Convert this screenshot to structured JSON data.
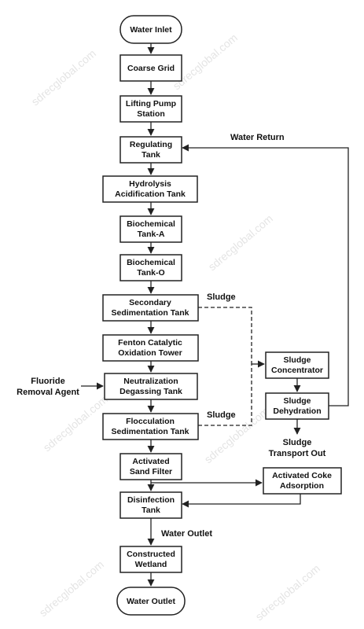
{
  "watermark": "sdrecglobal.com",
  "nodes": {
    "water_inlet": [
      "Water Inlet"
    ],
    "coarse_grid": [
      "Coarse Grid"
    ],
    "lifting_pump": [
      "Lifting Pump",
      "Station"
    ],
    "regulating_tank": [
      "Regulating",
      "Tank"
    ],
    "hydrolysis_tank": [
      "Hydrolysis",
      "Acidification Tank"
    ],
    "biochemical_a": [
      "Biochemical",
      "Tank-A"
    ],
    "biochemical_o": [
      "Biochemical",
      "Tank-O"
    ],
    "secondary_sed": [
      "Secondary",
      "Sedimentation Tank"
    ],
    "fenton": [
      "Fenton Catalytic",
      "Oxidation Tower"
    ],
    "neutralization": [
      "Neutralization",
      "Degassing Tank"
    ],
    "flocculation": [
      "Flocculation",
      "Sedimentation Tank"
    ],
    "sand_filter": [
      "Activated",
      "Sand Filter"
    ],
    "disinfection": [
      "Disinfection",
      "Tank"
    ],
    "wetland": [
      "Constructed",
      "Wetland"
    ],
    "water_outlet_end": [
      "Water Outlet"
    ],
    "sludge_concentrator": [
      "Sludge",
      "Concentrator"
    ],
    "sludge_dehydration": [
      "Sludge",
      "Dehydration"
    ],
    "coke_adsorption": [
      "Activated Coke",
      "Adsorption"
    ]
  },
  "labels": {
    "water_return": "Water Return",
    "sludge_1": "Sludge",
    "sludge_2": "Sludge",
    "fluoride_line1": "Fluoride",
    "fluoride_line2": "Removal Agent",
    "sludge_out_line1": "Sludge",
    "sludge_out_line2": "Transport Out",
    "water_outlet_mid": "Water Outlet"
  }
}
